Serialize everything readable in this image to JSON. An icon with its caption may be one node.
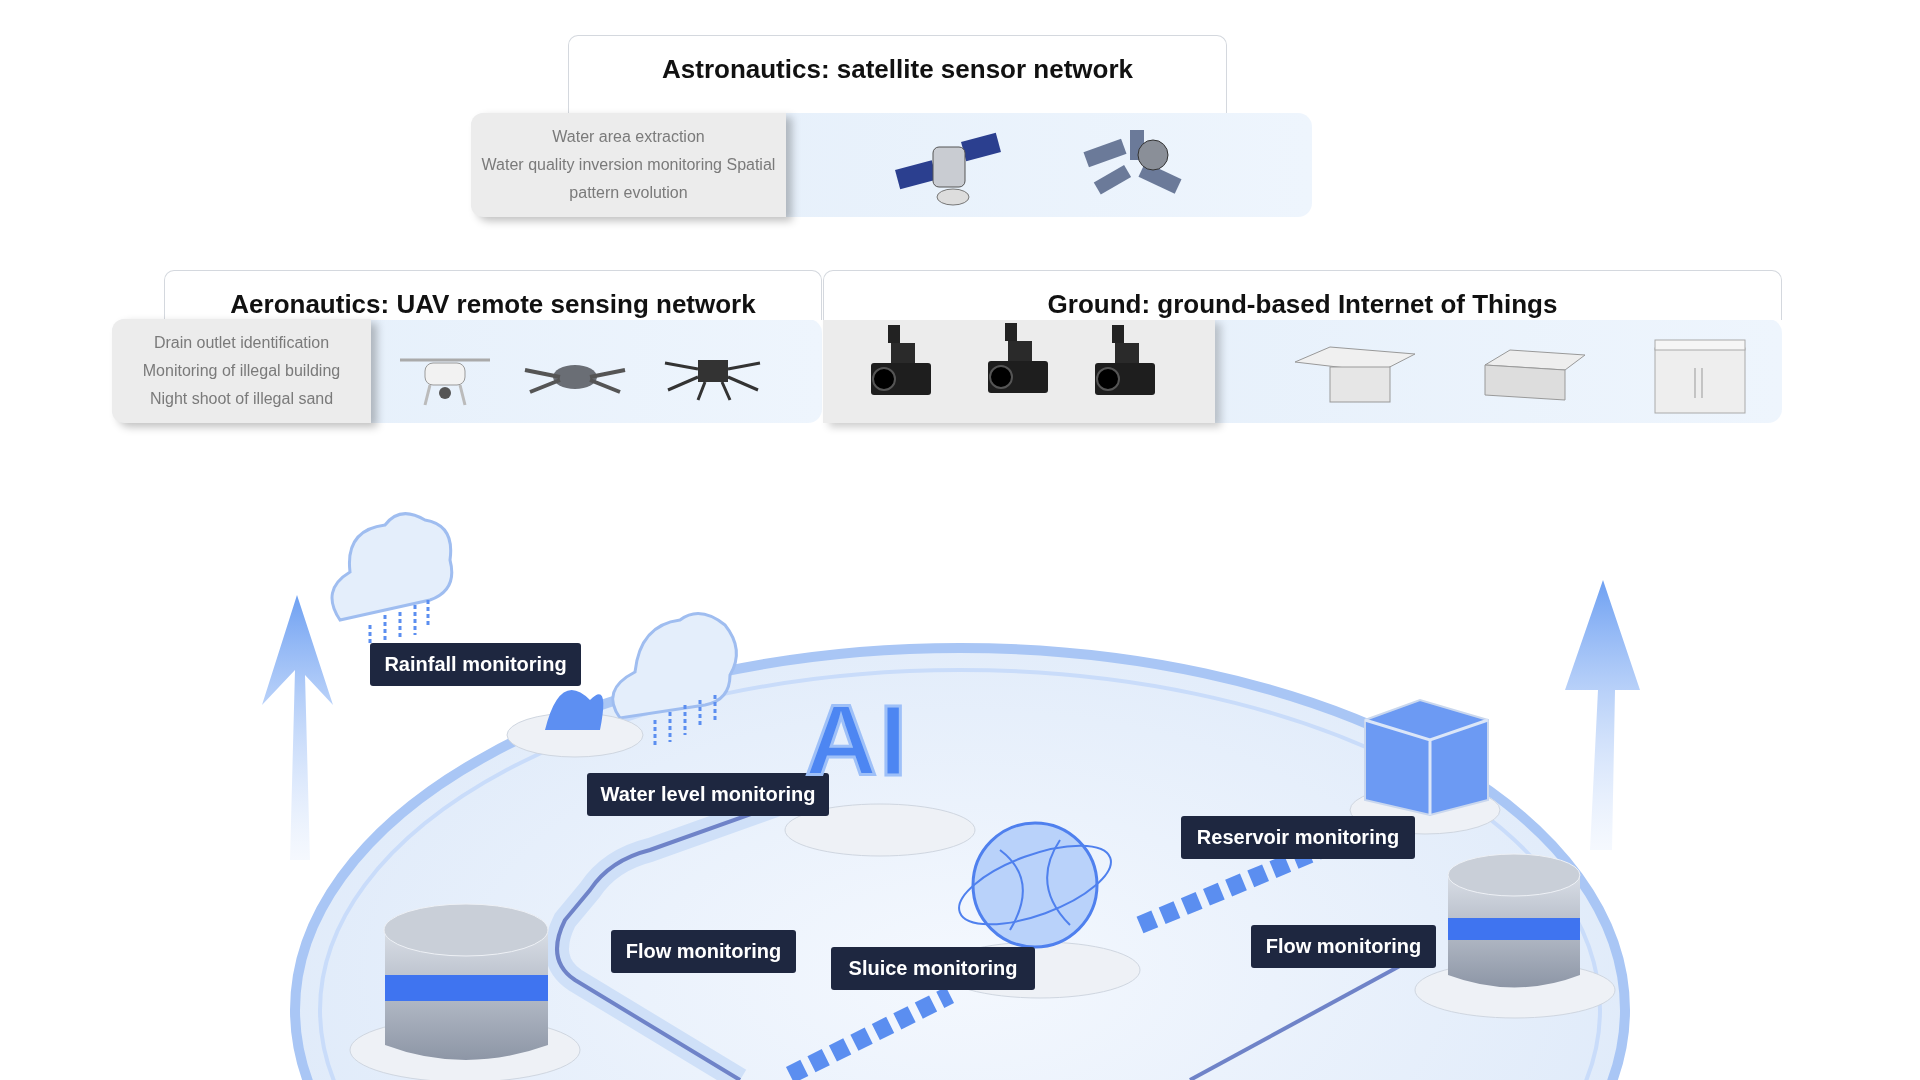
{
  "diagram": {
    "nodes": [
      {
        "text": [
          "Astronautics: satellite sensor network"
        ]
      },
      {
        "text": [
          "Water area extraction",
          "Water quality inversion monitoring Spatial pattern evolution"
        ]
      },
      {
        "text": [
          "Aeronautics: UAV remote sensing network"
        ]
      },
      {
        "text": [
          "Drain outlet identification",
          "Monitoring of illegal building",
          "Night shoot of illegal sand"
        ]
      },
      {
        "text": [
          "Ground: ground-based Internet of Things"
        ]
      },
      {
        "text": [
          "Rainfall monitoring"
        ]
      },
      {
        "text": [
          "Water level monitoring"
        ]
      },
      {
        "text": [
          "Reservoir monitoring"
        ]
      },
      {
        "text": [
          "Flow monitoring"
        ]
      },
      {
        "text": [
          "Sluice monitoring"
        ]
      },
      {
        "text": [
          "Flow monitoring"
        ]
      }
    ],
    "labels": [
      "AI"
    ]
  }
}
